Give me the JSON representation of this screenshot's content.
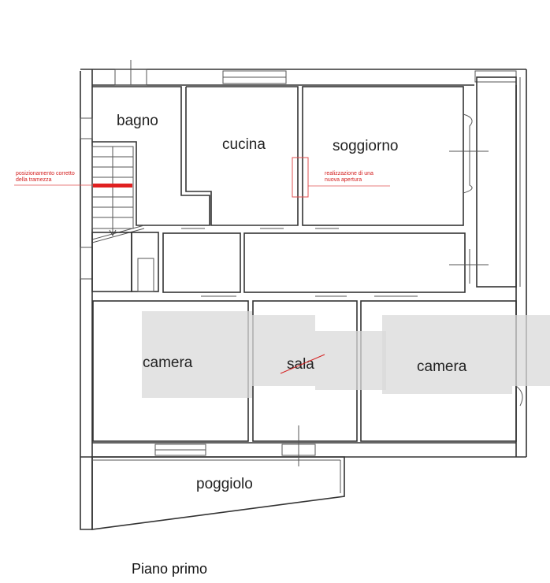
{
  "rooms": {
    "bagno": "bagno",
    "cucina": "cucina",
    "soggiorno": "soggiorno",
    "camera_left": "camera",
    "sala": "sala",
    "camera_right": "camera",
    "poggiolo": "poggiolo"
  },
  "annotations": {
    "partition_line1": "posizionamento corretto",
    "partition_line2": "della tramezza",
    "opening_line1": "realizzazione di una",
    "opening_line2": "nuova apertura"
  },
  "caption": "Piano primo",
  "colors": {
    "annotation": "#d42020",
    "walls": "#333333"
  }
}
